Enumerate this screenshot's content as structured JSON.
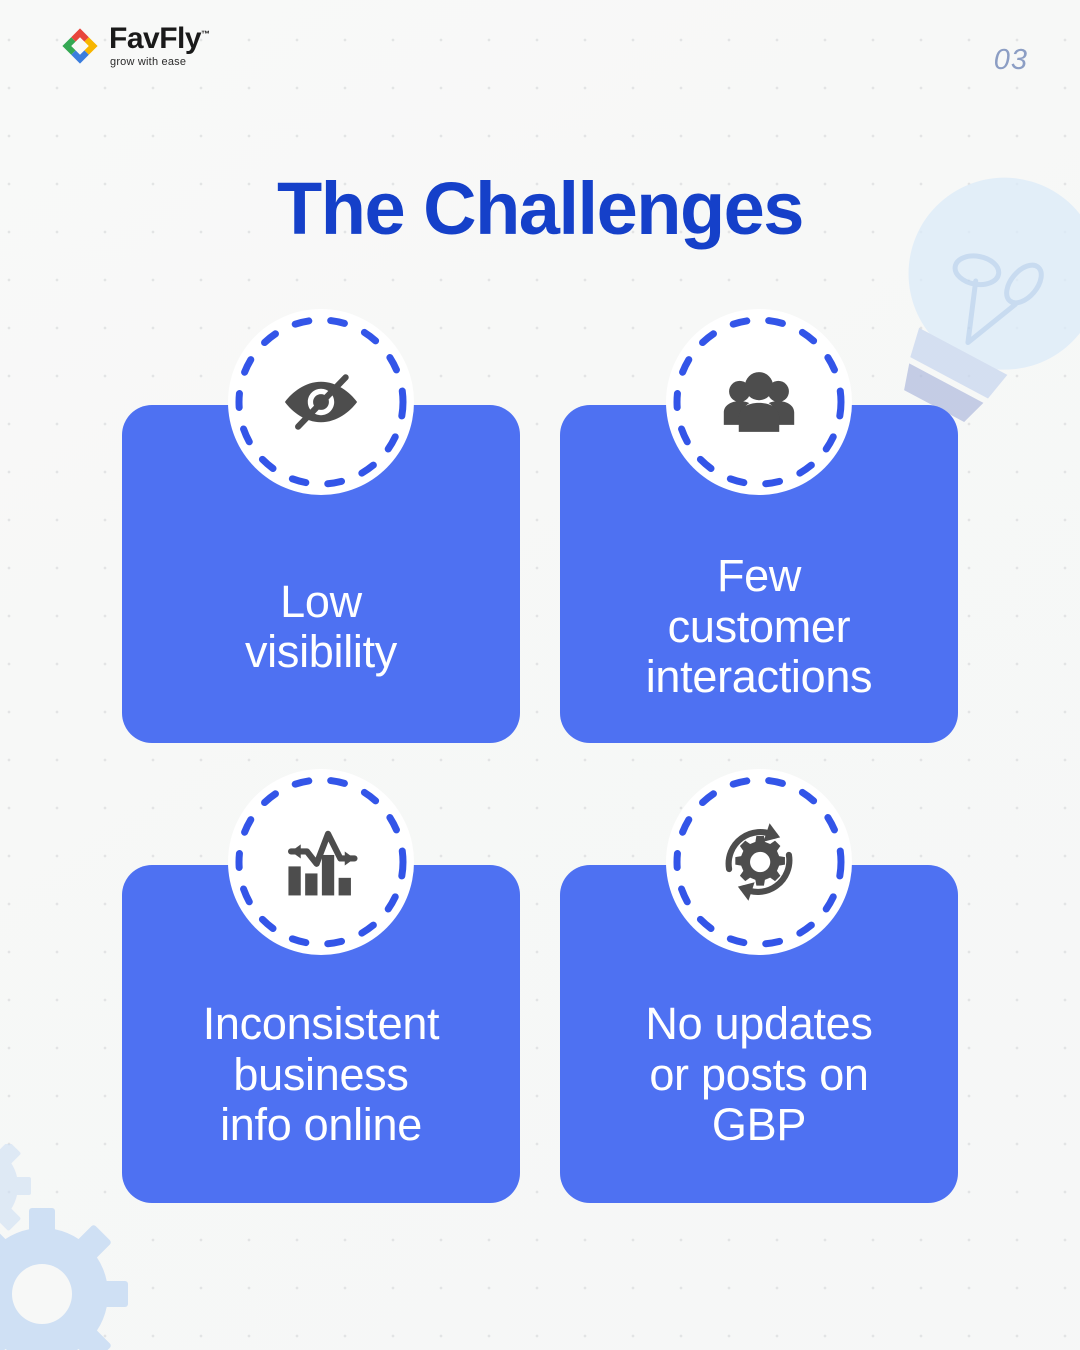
{
  "brand": {
    "name": "FavFly",
    "trademark": "™",
    "tagline": "grow with ease",
    "logo_icon": "favfly-diamond-logo",
    "logo_colors": [
      "#e8453c",
      "#f7b500",
      "#3b7ddd",
      "#34a853"
    ]
  },
  "header": {
    "page_number": "03",
    "page_number_color": "#8c9ec4"
  },
  "title": {
    "text": "The Challenges",
    "color": "#1540c9"
  },
  "theme": {
    "background": "#f7f8f7",
    "card_blue": "#4e71f2",
    "dashed_ring": "#3355e8",
    "icon_gray": "#4d4d4d",
    "card_text": "#ffffff",
    "decor_blue": "#dce9f8"
  },
  "decorations": [
    {
      "name": "lightbulb-decoration",
      "position": "top-right"
    },
    {
      "name": "gears-decoration",
      "position": "bottom-left"
    }
  ],
  "cards": [
    {
      "label": "Low\nvisibility",
      "icon": "eye-off-icon",
      "icon_description": "crossed-out eye indicating low visibility"
    },
    {
      "label": "Few\ncustomer\ninteractions",
      "icon": "users-group-icon",
      "icon_description": "group of three people"
    },
    {
      "label": "Inconsistent\nbusiness\ninfo online",
      "icon": "bar-chart-volatile-icon",
      "icon_description": "bar chart with zigzag double-arrow trend line"
    },
    {
      "label": "No updates\nor posts on\nGBP",
      "icon": "gear-refresh-icon",
      "icon_description": "gear inside circular refresh arrows"
    }
  ]
}
